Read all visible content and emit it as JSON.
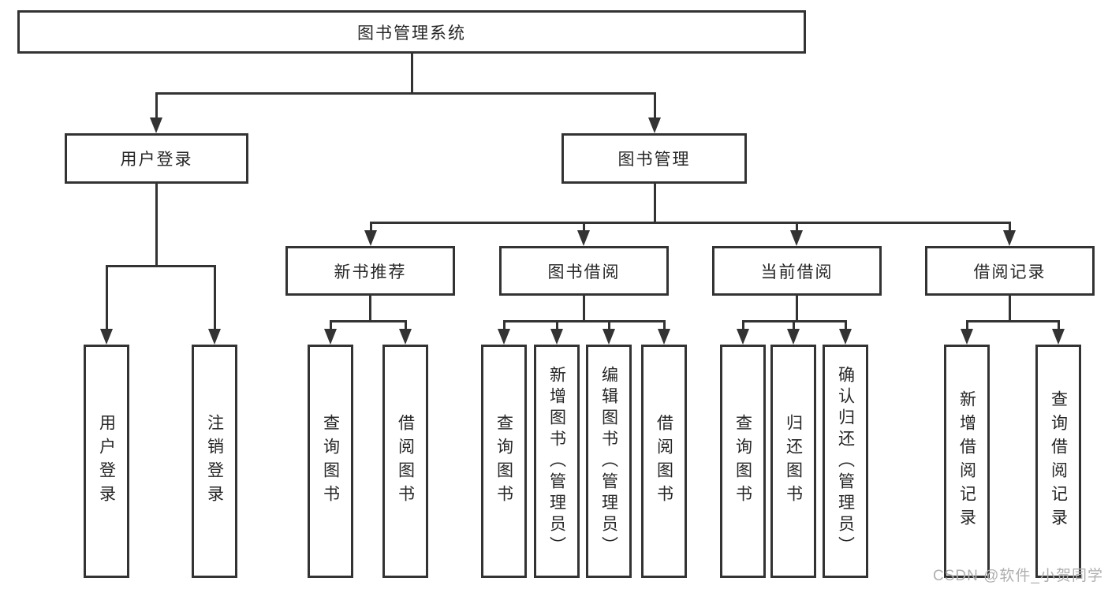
{
  "tree": {
    "root": {
      "label": "图书管理系统"
    },
    "branches": [
      {
        "label": "用户登录",
        "leaves": [
          {
            "label": "用户登录"
          },
          {
            "label": "注销登录"
          }
        ]
      },
      {
        "label": "图书管理",
        "sections": [
          {
            "label": "新书推荐",
            "leaves": [
              {
                "label": "查询图书"
              },
              {
                "label": "借阅图书"
              }
            ]
          },
          {
            "label": "图书借阅",
            "leaves": [
              {
                "label": "查询图书"
              },
              {
                "label": "新增图书（管理员）"
              },
              {
                "label": "编辑图书（管理员）"
              },
              {
                "label": "借阅图书"
              }
            ]
          },
          {
            "label": "当前借阅",
            "leaves": [
              {
                "label": "查询图书"
              },
              {
                "label": "归还图书"
              },
              {
                "label": "确认归还（管理员）"
              }
            ]
          },
          {
            "label": "借阅记录",
            "leaves": [
              {
                "label": "新增借阅记录"
              },
              {
                "label": "查询借阅记录"
              }
            ]
          }
        ]
      }
    ]
  },
  "watermark": {
    "text": "CSDN @软件_小贺同学"
  },
  "colors": {
    "line": "#333333",
    "box_border": "#333333",
    "text": "#262626",
    "watermark": "#b0b0b0",
    "background": "#ffffff"
  }
}
